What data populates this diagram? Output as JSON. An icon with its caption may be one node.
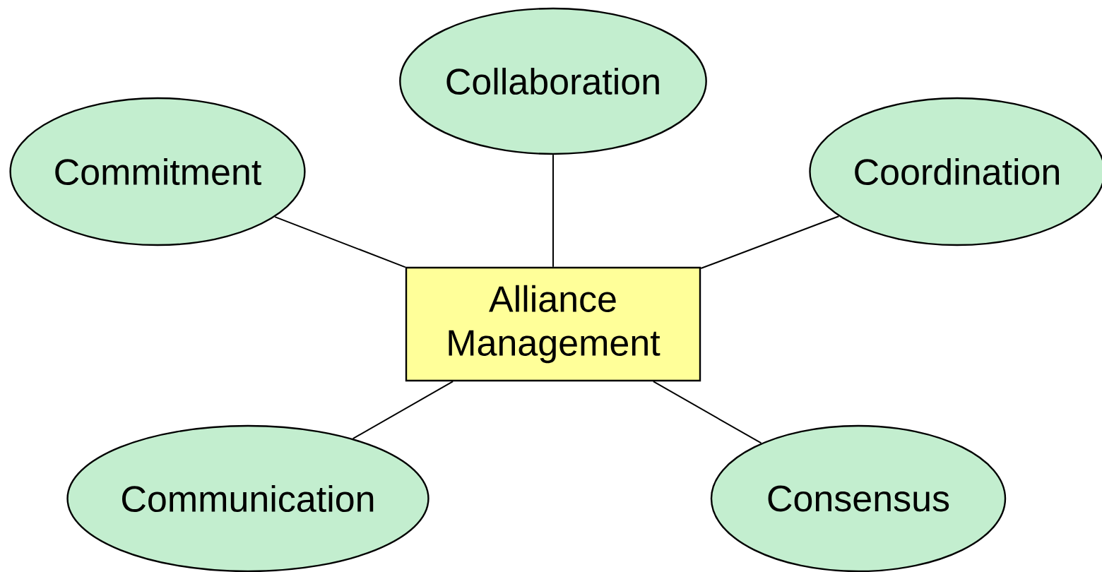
{
  "diagram": {
    "nodes": [
      {
        "text": [
          "Collaboration"
        ]
      },
      {
        "text": [
          "Commitment"
        ]
      },
      {
        "text": [
          "Coordination"
        ]
      },
      {
        "text": [
          "Alliance Management"
        ]
      },
      {
        "text": [
          "Communication"
        ]
      },
      {
        "text": [
          "Consensus"
        ]
      }
    ],
    "edges": [
      {
        "from": 0,
        "to": 3,
        "arrow": "none"
      },
      {
        "from": 1,
        "to": 3,
        "arrow": "none"
      },
      {
        "from": 2,
        "to": 3,
        "arrow": "none"
      },
      {
        "from": 4,
        "to": 3,
        "arrow": "none"
      },
      {
        "from": 5,
        "to": 3,
        "arrow": "none"
      }
    ]
  }
}
